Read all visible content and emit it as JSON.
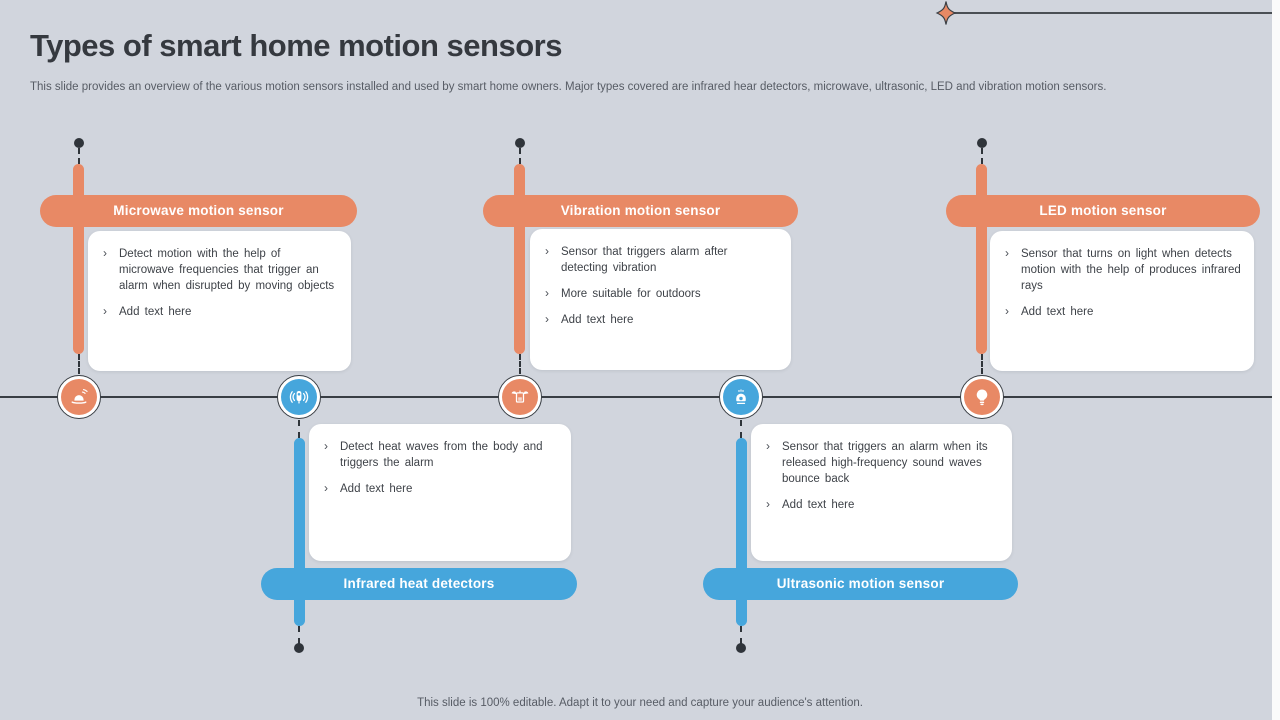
{
  "slide": {
    "title": "Types of smart home motion sensors",
    "subtitle": "This slide provides an overview of the various motion sensors installed and used by smart home owners. Major types covered are infrared hear detectors, microwave, ultrasonic, LED and vibration motion sensors.",
    "footer": "This slide is 100% editable. Adapt it to your need and capture your audience's attention."
  },
  "ui": {
    "bullet_marker": "›"
  },
  "colors": {
    "orange": "#E88965",
    "blue": "#46A6DC",
    "background": "#D1D5DD",
    "line": "#393E44",
    "card": "#FFFFFF"
  },
  "sensors": [
    {
      "name": "Microwave motion sensor",
      "position": "top",
      "accent": "orange",
      "icon": "siren-alarm-icon",
      "bullets": [
        "Detect motion with the help of microwave frequencies that trigger an alarm when disrupted by moving objects",
        "Add text here"
      ]
    },
    {
      "name": "Infrared heat detectors",
      "position": "bottom",
      "accent": "blue",
      "icon": "motion-detector-icon",
      "bullets": [
        "Detect heat waves from the body and triggers the alarm",
        "Add text here"
      ]
    },
    {
      "name": "Vibration motion sensor",
      "position": "top",
      "accent": "orange",
      "icon": "vibration-alarm-icon",
      "bullets": [
        "Sensor that triggers alarm after detecting vibration",
        "More suitable for outdoors",
        "Add text here"
      ]
    },
    {
      "name": "Ultrasonic motion sensor",
      "position": "bottom",
      "accent": "blue",
      "icon": "dome-sensor-icon",
      "bullets": [
        "Sensor that triggers an alarm when its released high-frequency sound waves bounce back",
        "Add text here"
      ]
    },
    {
      "name": "LED motion sensor",
      "position": "top",
      "accent": "orange",
      "icon": "light-bulb-icon",
      "bullets": [
        "Sensor that turns on light when detects motion with the help of produces infrared rays",
        "Add text here"
      ]
    }
  ]
}
